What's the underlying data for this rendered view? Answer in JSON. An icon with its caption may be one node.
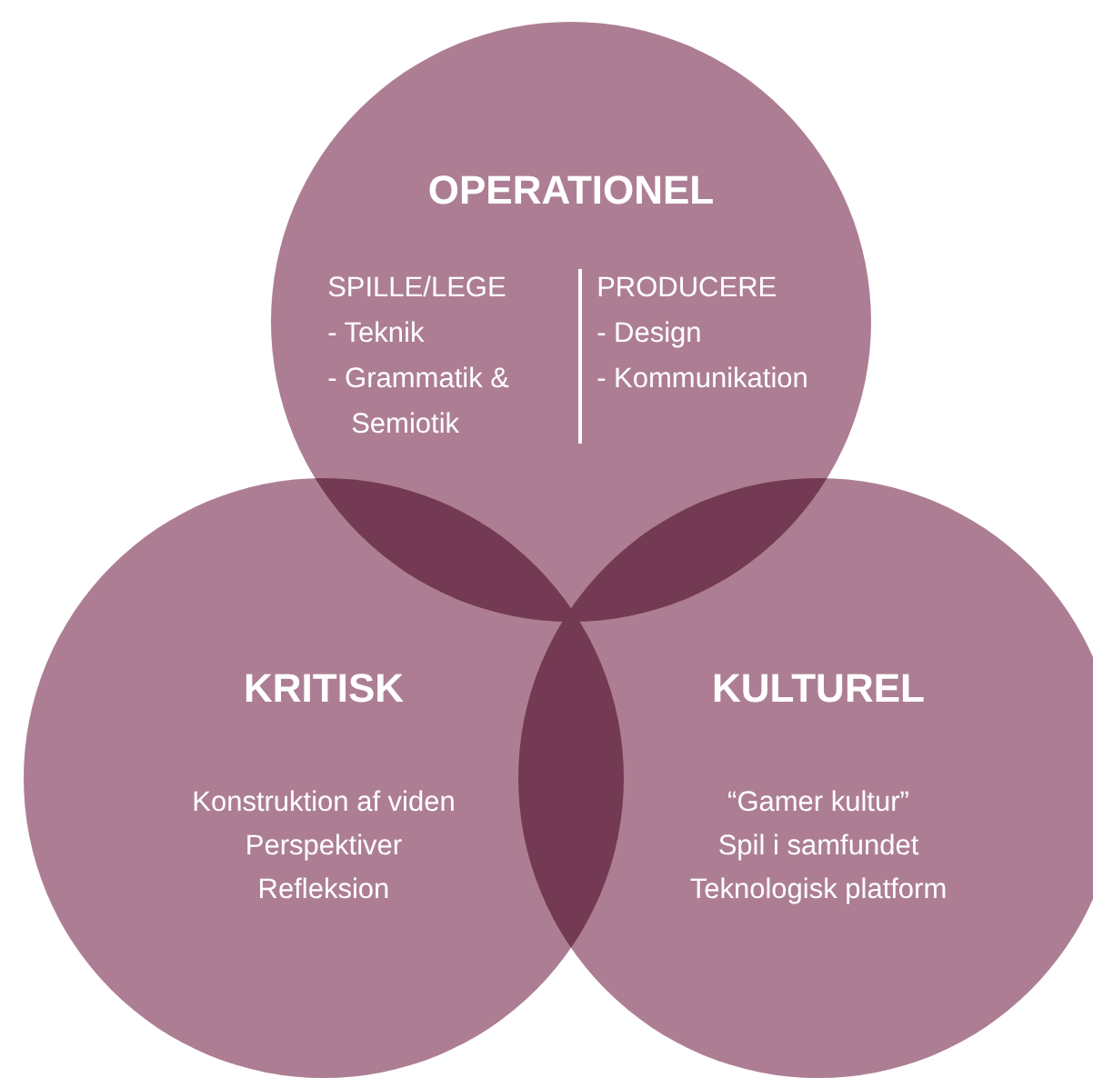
{
  "diagram": {
    "nodes": [
      {
        "text": [
          "OPERATIONEL",
          "SPILLE/LEGE",
          "- Teknik",
          "- Grammatik & Semiotik",
          "PRODUCERE",
          "- Design",
          "- Kommunikation"
        ]
      },
      {
        "text": [
          "KRITISK",
          "Konstruktion af viden",
          "Perspektiver",
          "Refleksion"
        ]
      },
      {
        "text": [
          "KULTUREL",
          "“Gamer kultur”",
          "Spil i samfundet",
          "Teknologisk platform"
        ]
      }
    ]
  }
}
